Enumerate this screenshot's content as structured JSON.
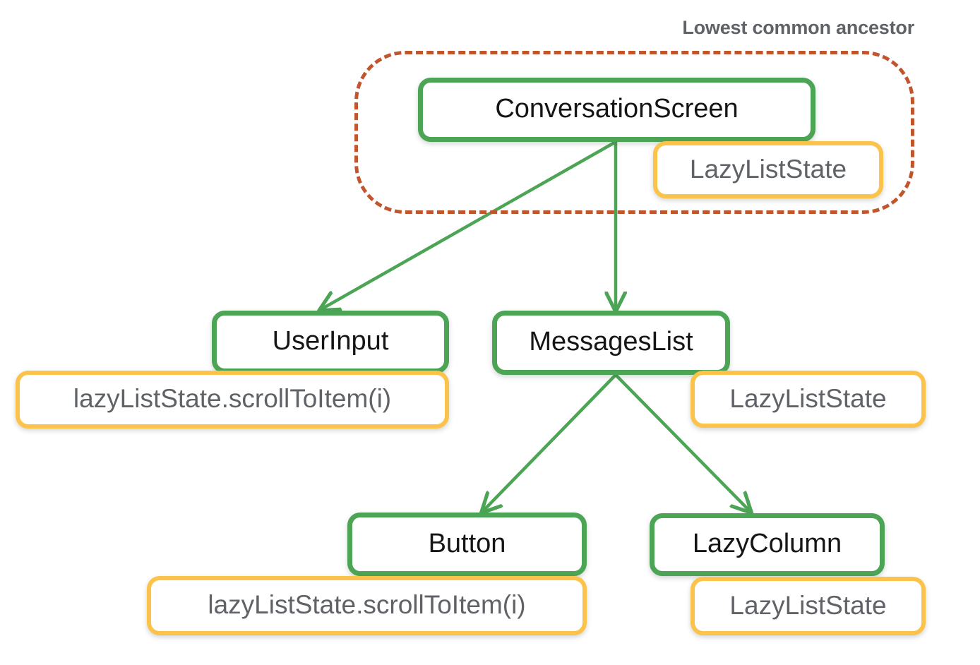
{
  "diagram": {
    "title_label": "Lowest common ancestor",
    "colors": {
      "composable_border": "#4CA455",
      "state_border": "#FBC34A",
      "group_border": "#C1562E",
      "arrow": "#4CA455",
      "label_text": "#5F6368",
      "node_text": "#151515",
      "background": "#FFFFFF"
    },
    "nodes": {
      "conversation_screen": "ConversationScreen",
      "conversation_screen_state": "LazyListState",
      "user_input": "UserInput",
      "user_input_state": "lazyListState.scrollToItem(i)",
      "messages_list": "MessagesList",
      "messages_list_state": "LazyListState",
      "button": "Button",
      "button_state": "lazyListState.scrollToItem(i)",
      "lazy_column": "LazyColumn",
      "lazy_column_state": "LazyListState"
    },
    "edges": [
      {
        "from": "ConversationScreen",
        "to": "UserInput"
      },
      {
        "from": "ConversationScreen",
        "to": "MessagesList"
      },
      {
        "from": "MessagesList",
        "to": "Button"
      },
      {
        "from": "MessagesList",
        "to": "LazyColumn"
      }
    ]
  }
}
